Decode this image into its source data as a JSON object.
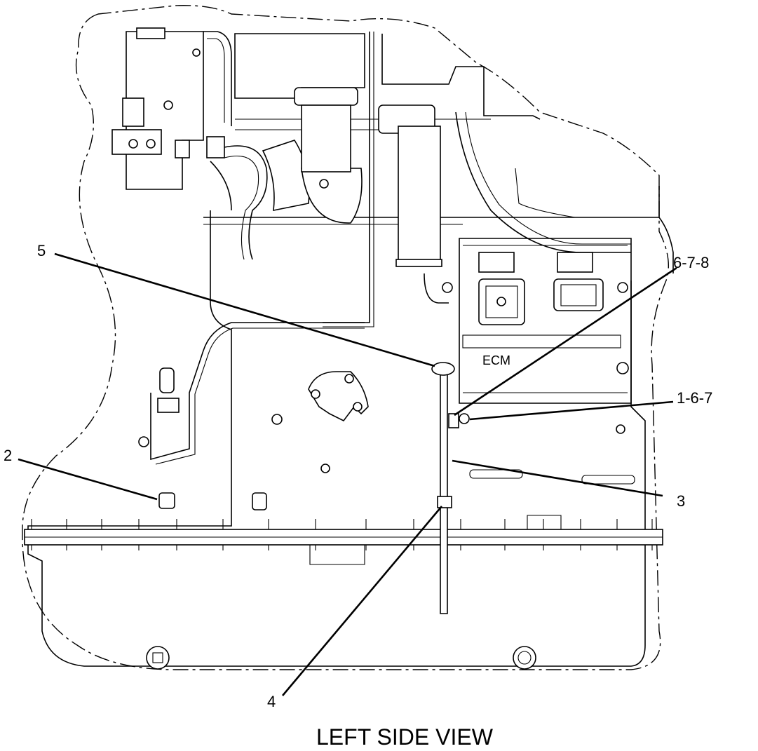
{
  "diagram": {
    "caption": "LEFT SIDE VIEW",
    "component_label": "ECM",
    "callouts": [
      {
        "id": "callout-5",
        "text": "5"
      },
      {
        "id": "callout-6-7-8",
        "text": "6-7-8"
      },
      {
        "id": "callout-1-6-7",
        "text": "1-6-7"
      },
      {
        "id": "callout-2",
        "text": "2"
      },
      {
        "id": "callout-3",
        "text": "3"
      },
      {
        "id": "callout-4",
        "text": "4"
      }
    ]
  }
}
